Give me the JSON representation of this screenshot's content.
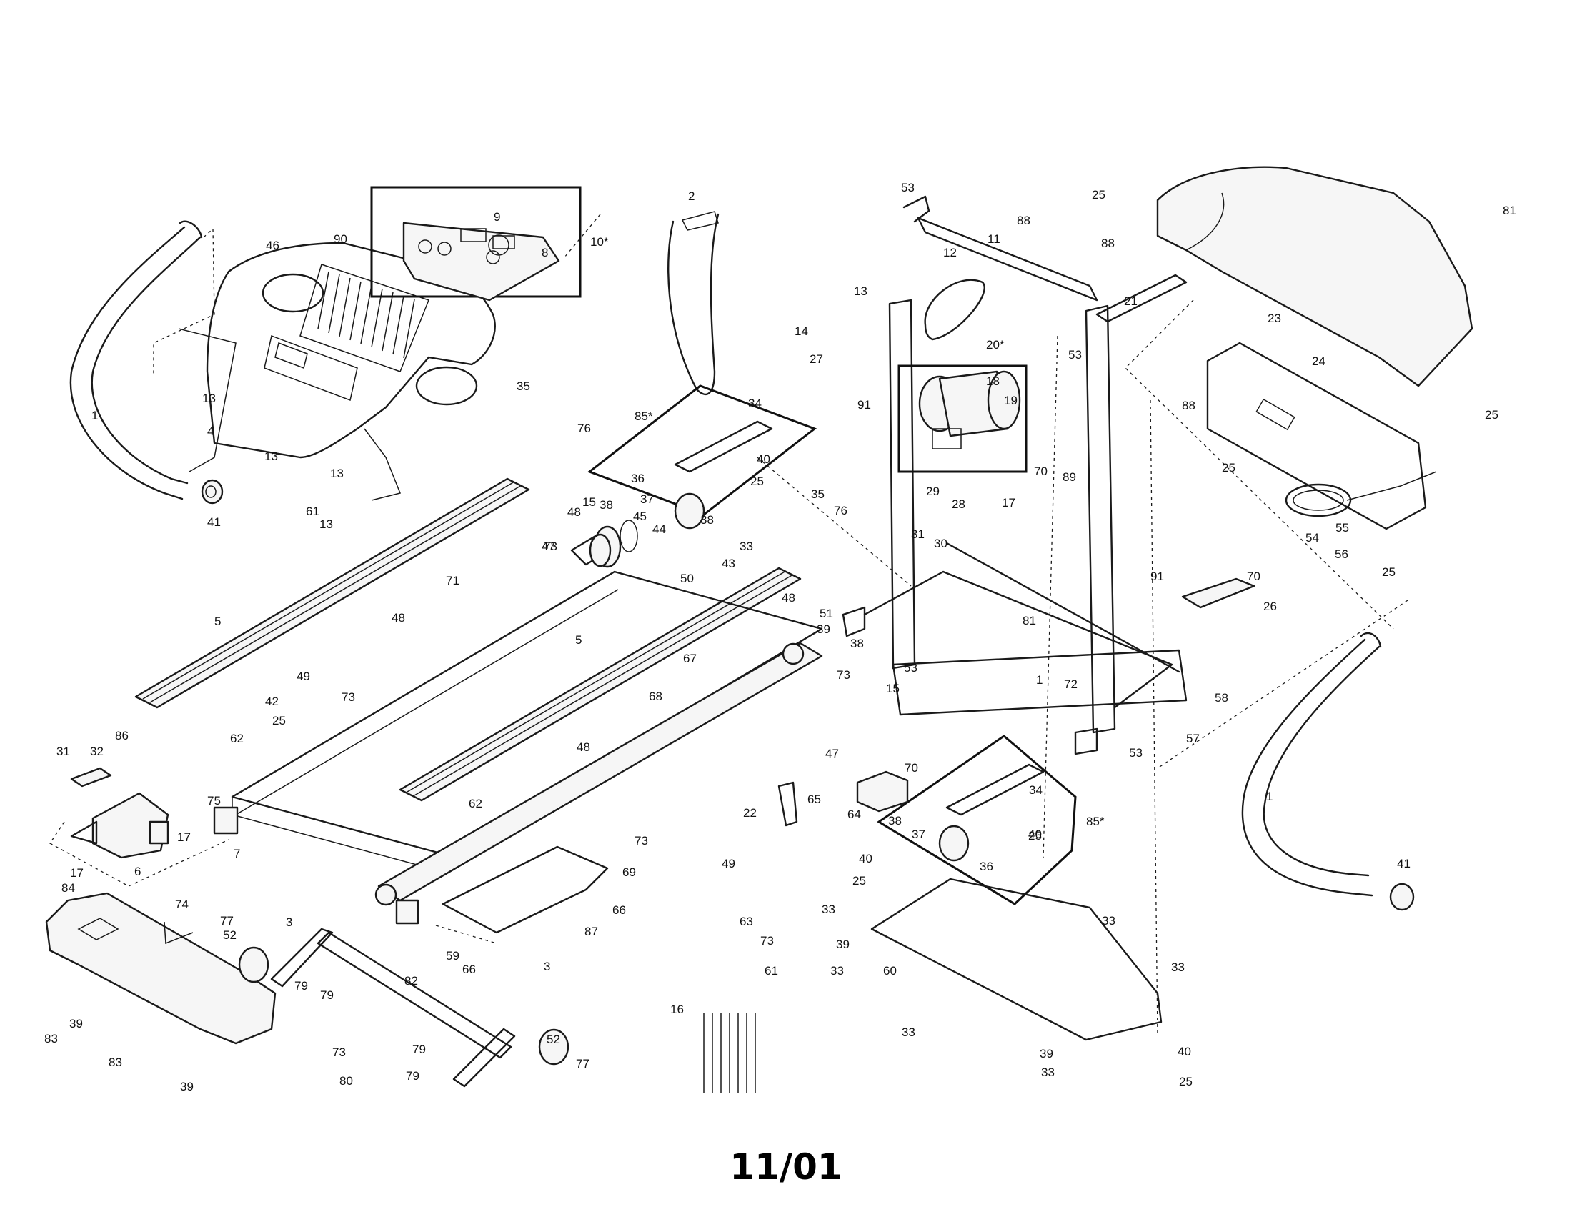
{
  "footer": {
    "revision": "11/01"
  },
  "groups": {
    "console": "10*",
    "motor": "20*",
    "wheel_left": "85*",
    "wheel_right": "85*"
  },
  "labels": [
    {
      "id": "L1a",
      "text": "1"
    },
    {
      "id": "L1b",
      "text": "1"
    },
    {
      "id": "L1c",
      "text": "1"
    },
    {
      "id": "L2",
      "text": "2"
    },
    {
      "id": "L3a",
      "text": "3"
    },
    {
      "id": "L3b",
      "text": "3"
    },
    {
      "id": "L4",
      "text": "4"
    },
    {
      "id": "L5a",
      "text": "5"
    },
    {
      "id": "L5b",
      "text": "5"
    },
    {
      "id": "L6",
      "text": "6"
    },
    {
      "id": "L7",
      "text": "7"
    },
    {
      "id": "L8",
      "text": "8"
    },
    {
      "id": "L9",
      "text": "9"
    },
    {
      "id": "L11",
      "text": "11"
    },
    {
      "id": "L12",
      "text": "12"
    },
    {
      "id": "L13a",
      "text": "13"
    },
    {
      "id": "L13b",
      "text": "13"
    },
    {
      "id": "L13c",
      "text": "13"
    },
    {
      "id": "L13d",
      "text": "13"
    },
    {
      "id": "L13e",
      "text": "13"
    },
    {
      "id": "L14",
      "text": "14"
    },
    {
      "id": "L15a",
      "text": "15"
    },
    {
      "id": "L15b",
      "text": "15"
    },
    {
      "id": "L16",
      "text": "16"
    },
    {
      "id": "L17a",
      "text": "17"
    },
    {
      "id": "L17b",
      "text": "17"
    },
    {
      "id": "L17c",
      "text": "17"
    },
    {
      "id": "L18",
      "text": "18"
    },
    {
      "id": "L19",
      "text": "19"
    },
    {
      "id": "L21",
      "text": "21"
    },
    {
      "id": "L22",
      "text": "22"
    },
    {
      "id": "L23",
      "text": "23"
    },
    {
      "id": "L24",
      "text": "24"
    },
    {
      "id": "L25a",
      "text": "25"
    },
    {
      "id": "L25b",
      "text": "25"
    },
    {
      "id": "L25c",
      "text": "25"
    },
    {
      "id": "L25d",
      "text": "25"
    },
    {
      "id": "L25e",
      "text": "25"
    },
    {
      "id": "L25f",
      "text": "25"
    },
    {
      "id": "L25g",
      "text": "25"
    },
    {
      "id": "L25h",
      "text": "25"
    },
    {
      "id": "L25i",
      "text": "25"
    },
    {
      "id": "L26",
      "text": "26"
    },
    {
      "id": "L27",
      "text": "27"
    },
    {
      "id": "L28",
      "text": "28"
    },
    {
      "id": "L29",
      "text": "29"
    },
    {
      "id": "L30",
      "text": "30"
    },
    {
      "id": "L31a",
      "text": "31"
    },
    {
      "id": "L31b",
      "text": "31"
    },
    {
      "id": "L32",
      "text": "32"
    },
    {
      "id": "L33a",
      "text": "33"
    },
    {
      "id": "L33b",
      "text": "33"
    },
    {
      "id": "L33c",
      "text": "33"
    },
    {
      "id": "L33d",
      "text": "33"
    },
    {
      "id": "L33e",
      "text": "33"
    },
    {
      "id": "L33f",
      "text": "33"
    },
    {
      "id": "L33g",
      "text": "33"
    },
    {
      "id": "L34a",
      "text": "34"
    },
    {
      "id": "L34b",
      "text": "34"
    },
    {
      "id": "L35a",
      "text": "35"
    },
    {
      "id": "L35b",
      "text": "35"
    },
    {
      "id": "L36a",
      "text": "36"
    },
    {
      "id": "L36b",
      "text": "36"
    },
    {
      "id": "L37a",
      "text": "37"
    },
    {
      "id": "L37b",
      "text": "37"
    },
    {
      "id": "L38a",
      "text": "38"
    },
    {
      "id": "L38b",
      "text": "38"
    },
    {
      "id": "L38c",
      "text": "38"
    },
    {
      "id": "L38d",
      "text": "38"
    },
    {
      "id": "L39a",
      "text": "39"
    },
    {
      "id": "L39b",
      "text": "39"
    },
    {
      "id": "L39c",
      "text": "39"
    },
    {
      "id": "L39d",
      "text": "39"
    },
    {
      "id": "L39e",
      "text": "39"
    },
    {
      "id": "L40a",
      "text": "40"
    },
    {
      "id": "L40b",
      "text": "40"
    },
    {
      "id": "L40c",
      "text": "40"
    },
    {
      "id": "L40d",
      "text": "40"
    },
    {
      "id": "L41a",
      "text": "41"
    },
    {
      "id": "L41b",
      "text": "41"
    },
    {
      "id": "L42",
      "text": "42"
    },
    {
      "id": "L43",
      "text": "43"
    },
    {
      "id": "L44",
      "text": "44"
    },
    {
      "id": "L45",
      "text": "45"
    },
    {
      "id": "L46",
      "text": "46"
    },
    {
      "id": "L47a",
      "text": "47"
    },
    {
      "id": "L47b",
      "text": "47"
    },
    {
      "id": "L48a",
      "text": "48"
    },
    {
      "id": "L48b",
      "text": "48"
    },
    {
      "id": "L48c",
      "text": "48"
    },
    {
      "id": "L48d",
      "text": "48"
    },
    {
      "id": "L49a",
      "text": "49"
    },
    {
      "id": "L49b",
      "text": "49"
    },
    {
      "id": "L50",
      "text": "50"
    },
    {
      "id": "L51",
      "text": "51"
    },
    {
      "id": "L52a",
      "text": "52"
    },
    {
      "id": "L52b",
      "text": "52"
    },
    {
      "id": "L53a",
      "text": "53"
    },
    {
      "id": "L53b",
      "text": "53"
    },
    {
      "id": "L53c",
      "text": "53"
    },
    {
      "id": "L53d",
      "text": "53"
    },
    {
      "id": "L54",
      "text": "54"
    },
    {
      "id": "L55",
      "text": "55"
    },
    {
      "id": "L56",
      "text": "56"
    },
    {
      "id": "L57",
      "text": "57"
    },
    {
      "id": "L58",
      "text": "58"
    },
    {
      "id": "L59",
      "text": "59"
    },
    {
      "id": "L60",
      "text": "60"
    },
    {
      "id": "L61a",
      "text": "61"
    },
    {
      "id": "L61b",
      "text": "61"
    },
    {
      "id": "L62a",
      "text": "62"
    },
    {
      "id": "L62b",
      "text": "62"
    },
    {
      "id": "L63",
      "text": "63"
    },
    {
      "id": "L64",
      "text": "64"
    },
    {
      "id": "L65",
      "text": "65"
    },
    {
      "id": "L66a",
      "text": "66"
    },
    {
      "id": "L66b",
      "text": "66"
    },
    {
      "id": "L67",
      "text": "67"
    },
    {
      "id": "L68",
      "text": "68"
    },
    {
      "id": "L69",
      "text": "69"
    },
    {
      "id": "L70a",
      "text": "70"
    },
    {
      "id": "L70b",
      "text": "70"
    },
    {
      "id": "L70c",
      "text": "70"
    },
    {
      "id": "L71",
      "text": "71"
    },
    {
      "id": "L72",
      "text": "72"
    },
    {
      "id": "L73a",
      "text": "73"
    },
    {
      "id": "L73b",
      "text": "73"
    },
    {
      "id": "L73c",
      "text": "73"
    },
    {
      "id": "L73d",
      "text": "73"
    },
    {
      "id": "L73e",
      "text": "73"
    },
    {
      "id": "L73f",
      "text": "73"
    },
    {
      "id": "L74",
      "text": "74"
    },
    {
      "id": "L75",
      "text": "75"
    },
    {
      "id": "L76a",
      "text": "76"
    },
    {
      "id": "L76b",
      "text": "76"
    },
    {
      "id": "L77a",
      "text": "77"
    },
    {
      "id": "L77b",
      "text": "77"
    },
    {
      "id": "L79a",
      "text": "79"
    },
    {
      "id": "L79b",
      "text": "79"
    },
    {
      "id": "L79c",
      "text": "79"
    },
    {
      "id": "L79d",
      "text": "79"
    },
    {
      "id": "L80",
      "text": "80"
    },
    {
      "id": "L81a",
      "text": "81"
    },
    {
      "id": "L81b",
      "text": "81"
    },
    {
      "id": "L82",
      "text": "82"
    },
    {
      "id": "L83a",
      "text": "83"
    },
    {
      "id": "L83b",
      "text": "83"
    },
    {
      "id": "L84",
      "text": "84"
    },
    {
      "id": "L86",
      "text": "86"
    },
    {
      "id": "L87",
      "text": "87"
    },
    {
      "id": "L88a",
      "text": "88"
    },
    {
      "id": "L88b",
      "text": "88"
    },
    {
      "id": "L88c",
      "text": "88"
    },
    {
      "id": "L89",
      "text": "89"
    },
    {
      "id": "L90",
      "text": "90"
    },
    {
      "id": "L91a",
      "text": "91"
    },
    {
      "id": "L91b",
      "text": "91"
    }
  ]
}
